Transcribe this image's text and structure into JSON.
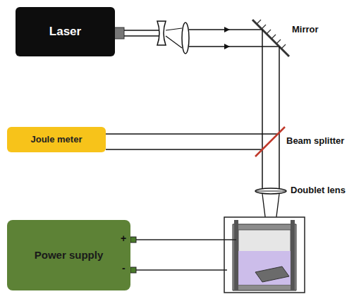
{
  "diagram": {
    "nodes": [
      {
        "text": [
          "Laser"
        ]
      },
      {
        "text": [
          "Joule meter"
        ]
      },
      {
        "text": [
          "Power supply"
        ]
      }
    ],
    "labels": [
      "Mirror",
      "Beam splitter",
      "Doublet lens",
      "+",
      "-"
    ]
  }
}
